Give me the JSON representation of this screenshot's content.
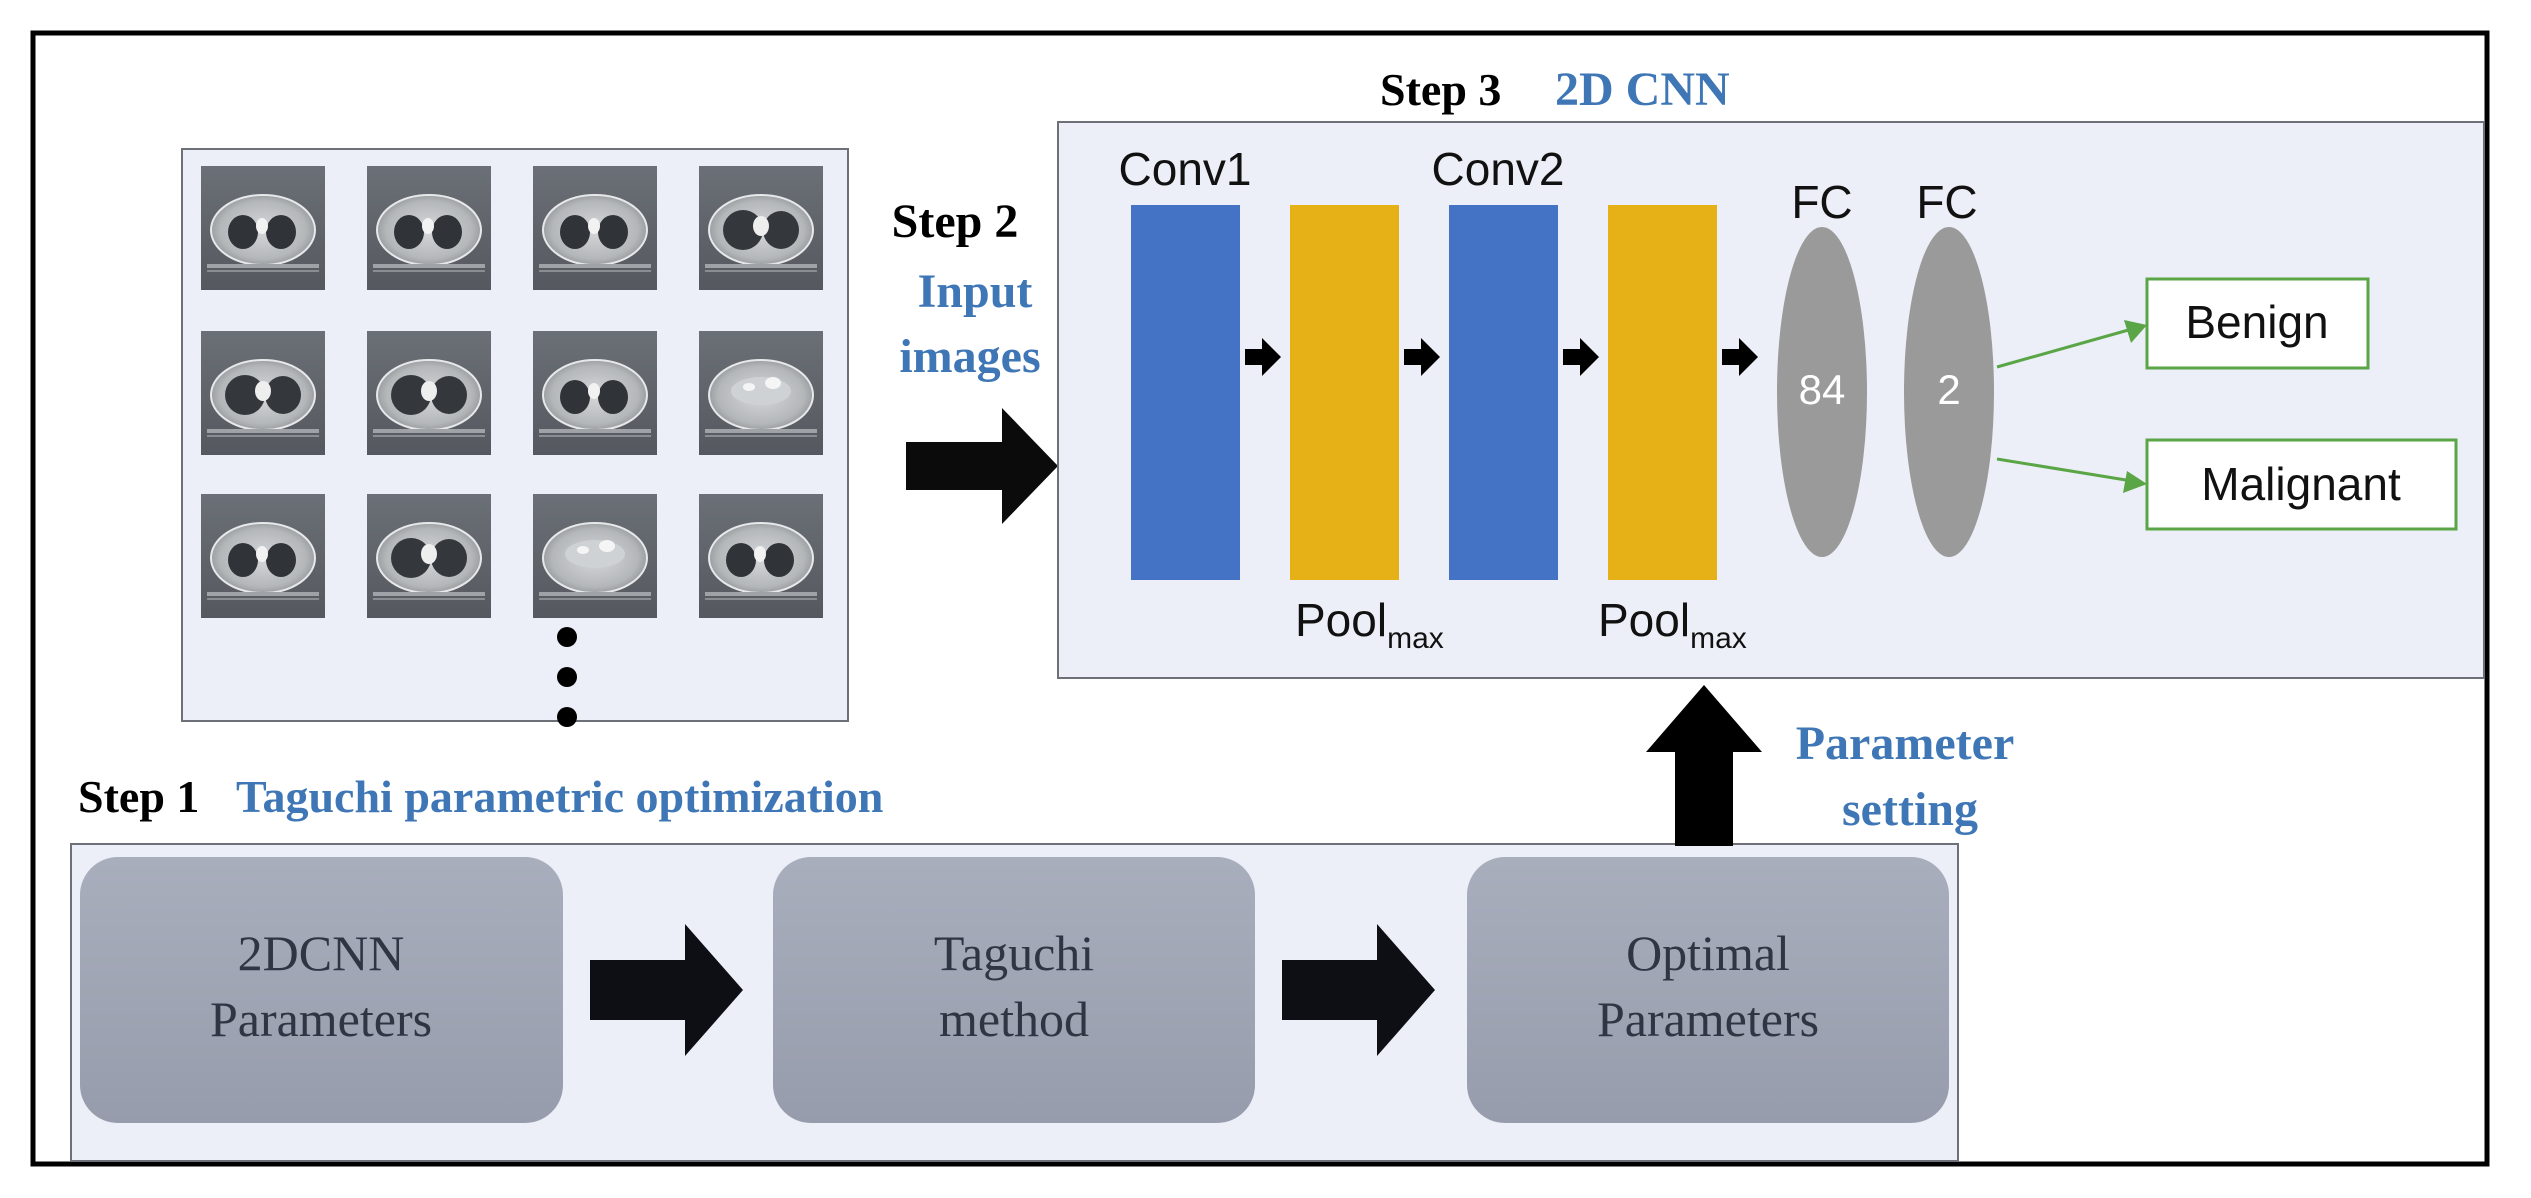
{
  "step3": {
    "label": "Step 3",
    "title": "2D CNN"
  },
  "step2": {
    "label": "Step 2",
    "title_line1": "Input",
    "title_line2": "images"
  },
  "step1": {
    "label": "Step 1",
    "title": "Taguchi parametric optimization"
  },
  "cnn": {
    "conv1": "Conv1",
    "conv2": "Conv2",
    "pool1": {
      "base": "Pool",
      "sub": "max"
    },
    "pool2": {
      "base": "Pool",
      "sub": "max"
    },
    "fc1": {
      "label": "FC",
      "value": "84"
    },
    "fc2": {
      "label": "FC",
      "value": "2"
    },
    "outputs": [
      "Benign",
      "Malignant"
    ]
  },
  "parameter_setting": {
    "line1": "Parameter",
    "line2": "setting"
  },
  "taguchi_boxes": [
    {
      "line1": "2DCNN",
      "line2": "Parameters"
    },
    {
      "line1": "Taguchi",
      "line2": "method"
    },
    {
      "line1": "Optimal",
      "line2": "Parameters"
    }
  ],
  "colors": {
    "step_title": "#3e76b6",
    "conv": "#4472c4",
    "pool": "#e6b117",
    "fc": "#9a9a9a",
    "output_border": "#5aa545",
    "panel_bg": "#eceff7",
    "panel_border": "#6e7079",
    "taguchi_box": "#a1a6b6"
  }
}
